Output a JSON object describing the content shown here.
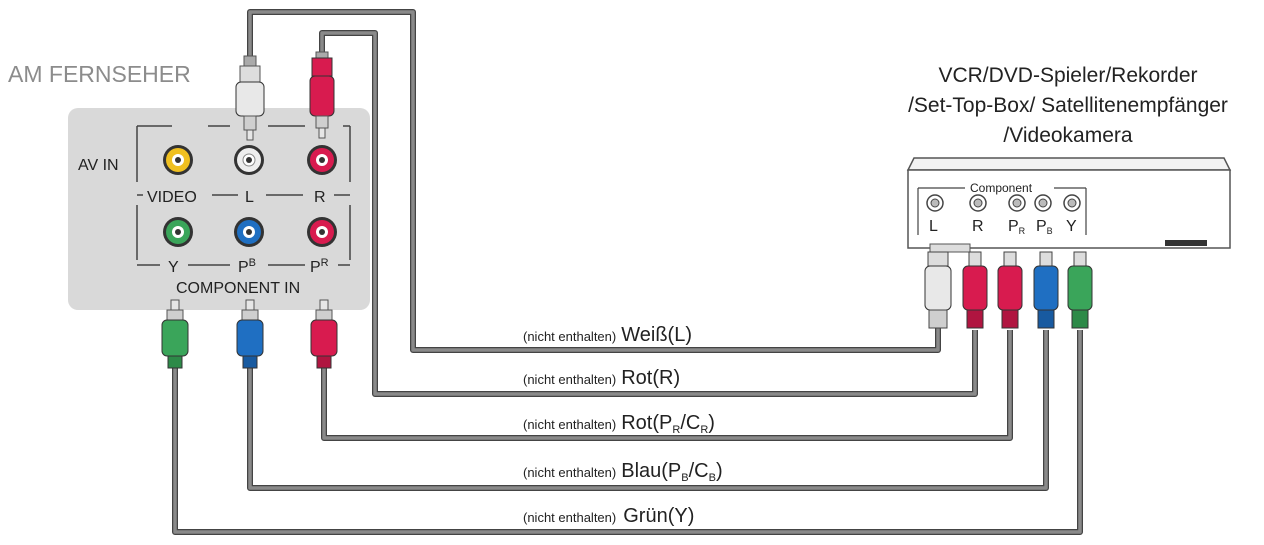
{
  "tv": {
    "title": "AM FERNSEHER",
    "av_in_label": "AV IN",
    "video_label": "VIDEO",
    "l_label": "L",
    "r_label": "R",
    "y_label": "Y",
    "pb_label": "P",
    "pb_sup": "B",
    "pr_label": "P",
    "pr_sup": "R",
    "component_in_label": "COMPONENT IN"
  },
  "device": {
    "title_line1": "VCR/DVD-Spieler/Rekorder",
    "title_line2": "/Set-Top-Box/ Satellitenempfänger",
    "title_line3": "/Videokamera",
    "component_label": "Component",
    "port_l": "L",
    "port_r": "R",
    "port_pr": "P",
    "port_pr_sub": "R",
    "port_pb": "P",
    "port_pb_sub": "B",
    "port_y": "Y"
  },
  "cables": [
    {
      "prefix": "(nicht enthalten)",
      "main": "Weiß(L)"
    },
    {
      "prefix": "(nicht enthalten)",
      "main": "Rot(R)"
    },
    {
      "prefix": "(nicht enthalten)",
      "main": "Rot(P",
      "sub1": "R",
      "mid": "/C",
      "sub2": "R",
      "end": ")"
    },
    {
      "prefix": "(nicht enthalten)",
      "main": "Blau(P",
      "sub1": "B",
      "mid": "/C",
      "sub2": "B",
      "end": ")"
    },
    {
      "prefix": "(nicht enthalten)",
      "main": "Grün(Y)"
    }
  ],
  "colors": {
    "cable": "#777777",
    "panel": "#d9d9d9",
    "white_plug": "#e6e6e6",
    "red_plug": "#d81b4f",
    "blue_plug": "#1f6fc2",
    "green_plug": "#3aa55a",
    "yellow_jack": "#f0c020"
  }
}
